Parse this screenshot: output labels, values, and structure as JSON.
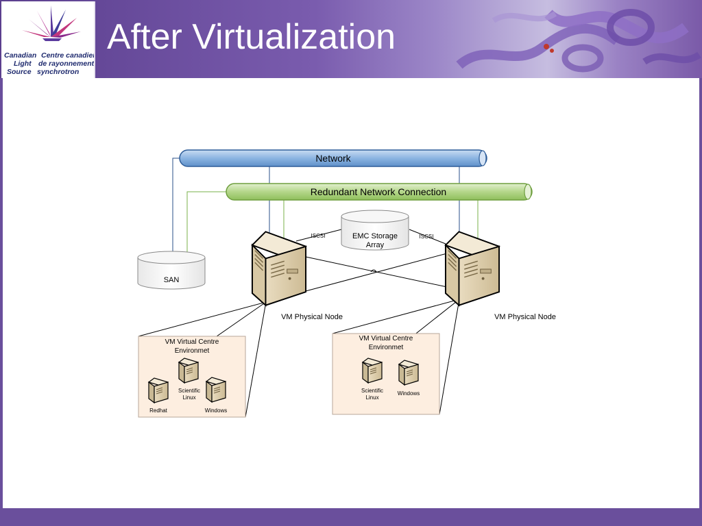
{
  "slide": {
    "title": "After Virtualization"
  },
  "logo": {
    "line1_en": "Canadian",
    "line1_fr": "Centre canadien",
    "line2_en": "Light",
    "line2_fr": "de rayonnement",
    "line3_en": "Source",
    "line3_fr": "synchrotron"
  },
  "diagram": {
    "network_label": "Network",
    "redundant_label": "Redundant Network Connection",
    "emc_line1": "EMC Storage",
    "emc_line2": "Array",
    "iscsi_left": "ISCSI",
    "iscsi_right": "ISCSI",
    "san_label": "SAN",
    "node_left_label": "VM Physical Node",
    "node_right_label": "VM Physical Node",
    "env_left": {
      "title_line1": "VM Virtual Centre",
      "title_line2": "Environmet",
      "vm1": "Redhat",
      "vm2_line1": "Scientific",
      "vm2_line2": "Linux",
      "vm3": "Windows"
    },
    "env_right": {
      "title_line1": "VM Virtual Centre",
      "title_line2": "Environmet",
      "vm1_line1": "Scientific",
      "vm1_line2": "Linux",
      "vm2": "Windows"
    }
  },
  "colors": {
    "network_pipe": "#8cb4e2",
    "redundant_pipe": "#b4d68a",
    "env_box": "#fdeee0",
    "theme_purple": "#6a4f9c"
  }
}
